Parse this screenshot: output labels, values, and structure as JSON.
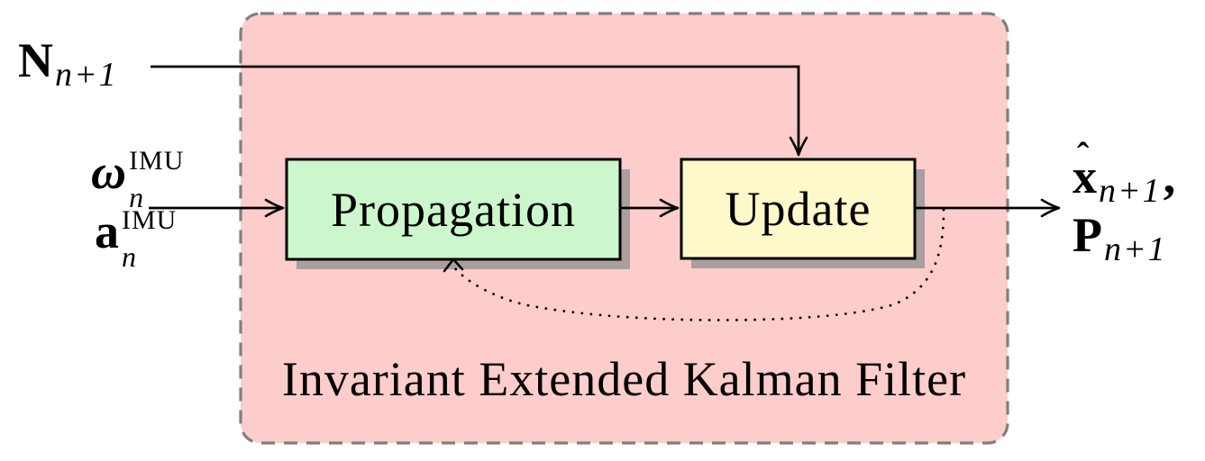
{
  "title": "Invariant Extended Kalman Filter",
  "blocks": {
    "propagation": "Propagation",
    "update": "Update"
  },
  "inputs": {
    "noise": {
      "base": "N",
      "sub": "n+1"
    },
    "gyro": {
      "base": "ω",
      "sup": "IMU",
      "sub": "n"
    },
    "accel": {
      "base": "a",
      "sup": "IMU",
      "sub": "n"
    }
  },
  "outputs": {
    "state": {
      "hat": "ˆ",
      "base": "x",
      "sub": "n+1",
      "suffix": ","
    },
    "covariance": {
      "base": "P",
      "sub": "n+1"
    }
  },
  "colors": {
    "background": "#ffffff",
    "container_fill": "#fccdcb",
    "container_border": "#7f7f7f",
    "propagation_fill": "#ccf7cc",
    "update_fill": "#fdf9cb",
    "box_border": "#000000",
    "line": "#000000",
    "shadow": "#ab9e9f"
  }
}
